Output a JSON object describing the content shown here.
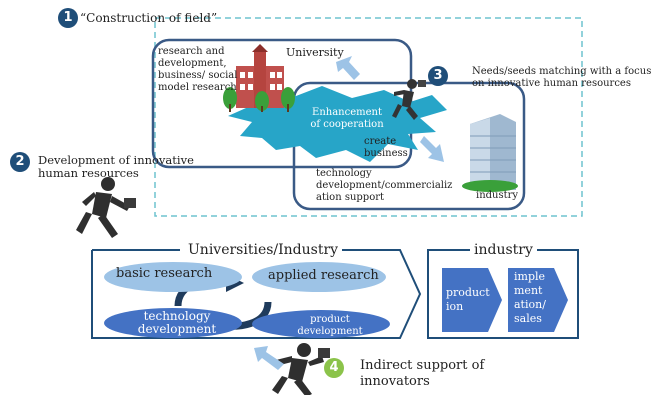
{
  "field": {
    "label": "“Construction of field”",
    "number": "1"
  },
  "university": {
    "label": "University",
    "rd_text": "research and development, business/ social model research"
  },
  "enhancement": {
    "text": "Enhancement of cooperation"
  },
  "matching": {
    "number": "3",
    "text": "Needs/seeds matching with a focus on innovative human resources"
  },
  "create_business": "create business",
  "tech_support": "technology development/commercializ ation support",
  "industry_building_label": "industry",
  "development": {
    "number": "2",
    "text": "Development of innovative human resources"
  },
  "universities_industry": {
    "title": "Universities/Industry",
    "basic_research": "basic research",
    "applied_research": "applied research",
    "technology_development": "technology development",
    "product_development": "product development"
  },
  "industry_box": {
    "title": "industry",
    "production": "product ion",
    "implementation": "imple ment ation/ sales"
  },
  "indirect": {
    "number": "4",
    "text": "Indirect support of innovators"
  },
  "colors": {
    "navy": "#1f4e79",
    "steel": "#3a5a86",
    "light_blue": "#9dc3e6",
    "mid_blue": "#4472c4",
    "cyan_burst": "#27a5c8",
    "dashed": "#6fc3cf",
    "green": "#8bc34a"
  }
}
